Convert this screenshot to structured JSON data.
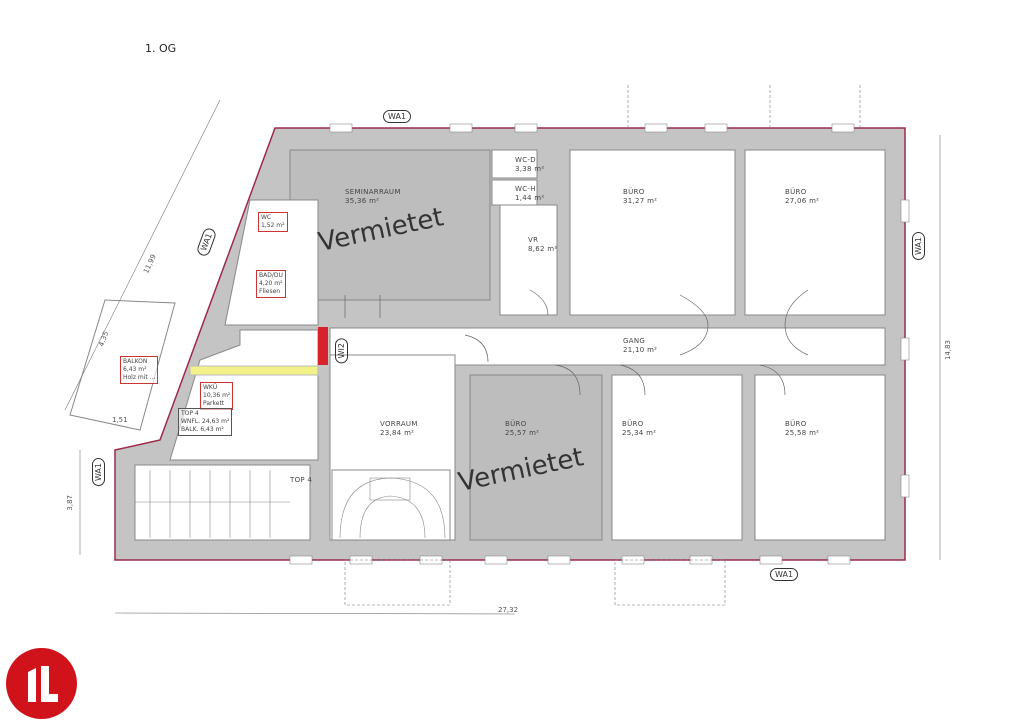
{
  "floor_label": "1. OG",
  "overlay_text": "Vermietet",
  "rooms": [
    {
      "name": "SEMINARRAUM",
      "area": "35,36 m²",
      "status": "Vermietet"
    },
    {
      "name": "WC-D",
      "area": "3,38 m²"
    },
    {
      "name": "WC-H",
      "area": "1,44 m²"
    },
    {
      "name": "VR",
      "area": "8,62 m²"
    },
    {
      "name": "BÜRO",
      "area": "31,27 m²"
    },
    {
      "name": "BÜRO",
      "area": "27,06 m²"
    },
    {
      "name": "GANG",
      "area": "21,10 m²"
    },
    {
      "name": "VORRAUM",
      "area": "23,84 m²"
    },
    {
      "name": "BÜRO",
      "area": "25,57 m²",
      "status": "Vermietet"
    },
    {
      "name": "BÜRO",
      "area": "25,34 m²"
    },
    {
      "name": "BÜRO",
      "area": "25,58 m²"
    }
  ],
  "top4": {
    "balkon": {
      "name": "BALKON",
      "area": "6,43 m²",
      "note": "Holz mit ..."
    },
    "wku": {
      "name": "WKÜ",
      "area": "10,36 m²",
      "note": "Parkett"
    },
    "summary": {
      "name": "TOP 4",
      "wnfl": "WNFL. 24,63 m²",
      "balk": "BALK. 6,43 m²"
    },
    "bad": {
      "name": "BAD/DU",
      "area": "4,20 m²",
      "note": "Fliesen"
    },
    "wc": {
      "name": "WC",
      "area": "1,52 m²"
    },
    "entry": "TOP 4"
  },
  "wall_tags": [
    "WA1",
    "WA1",
    "WA1",
    "WA1",
    "WA1",
    "WI2"
  ],
  "dimensions": {
    "width": "27,32",
    "height": "14,83",
    "diag": "11,99",
    "left": "3,87",
    "balkon": "4,35",
    "b2": "1,51"
  },
  "logo_text": "IL",
  "colors": {
    "rented": "#bdbdbd",
    "wall": "#c4c4c4",
    "outline": "#9c2b4a",
    "logo": "#d0121b",
    "highlight": "#f2f28a",
    "red": "#d6222a"
  }
}
